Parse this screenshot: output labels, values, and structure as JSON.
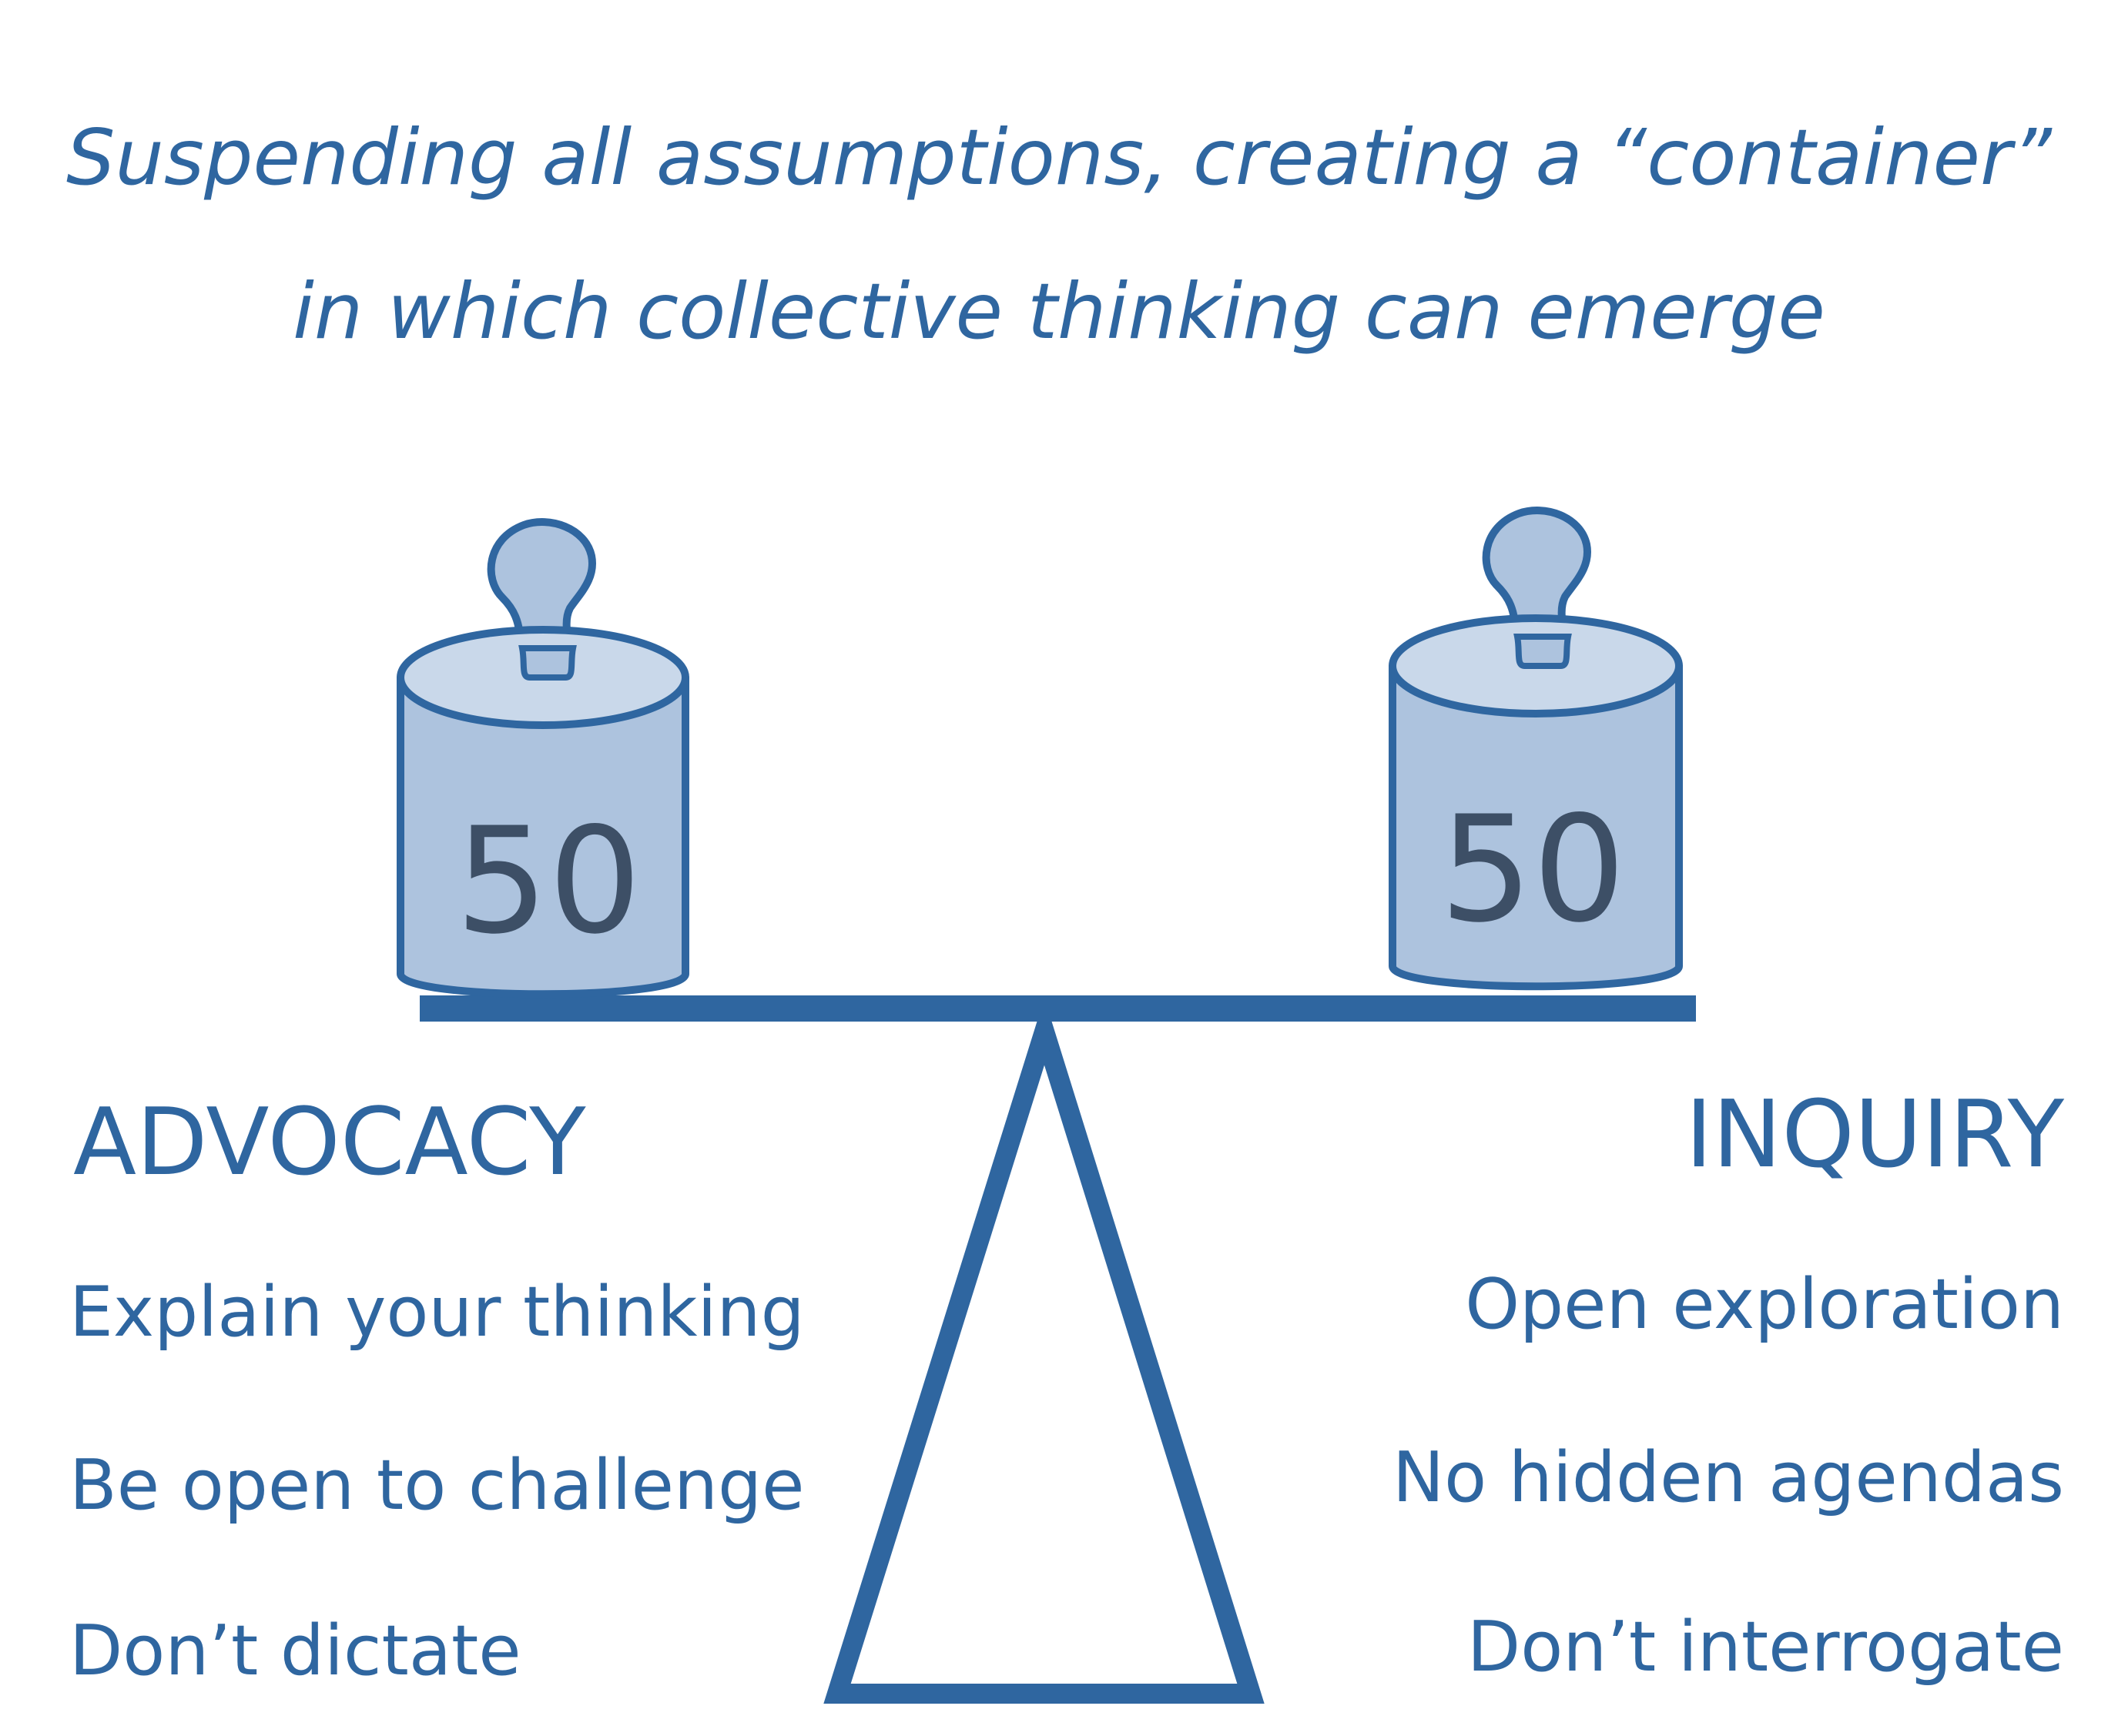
{
  "title": {
    "line1": "Suspending all assumptions, creating a “container”",
    "line2": "in which collective thinking can emerge"
  },
  "weights": {
    "left_label": "50",
    "right_label": "50"
  },
  "advocacy": {
    "heading": "ADVOCACY",
    "items": [
      "Explain your thinking",
      "Be open to challenge",
      "Don’t dictate"
    ]
  },
  "inquiry": {
    "heading": "INQUIRY",
    "items": [
      "Open exploration",
      "No hidden agendas",
      "Don’t interrogate"
    ]
  },
  "colors": {
    "ink": "#2f66a0",
    "weight_fill": "#adc3de",
    "weight_highlight": "#c9d8ea",
    "weight_outline": "#2f66a0"
  }
}
